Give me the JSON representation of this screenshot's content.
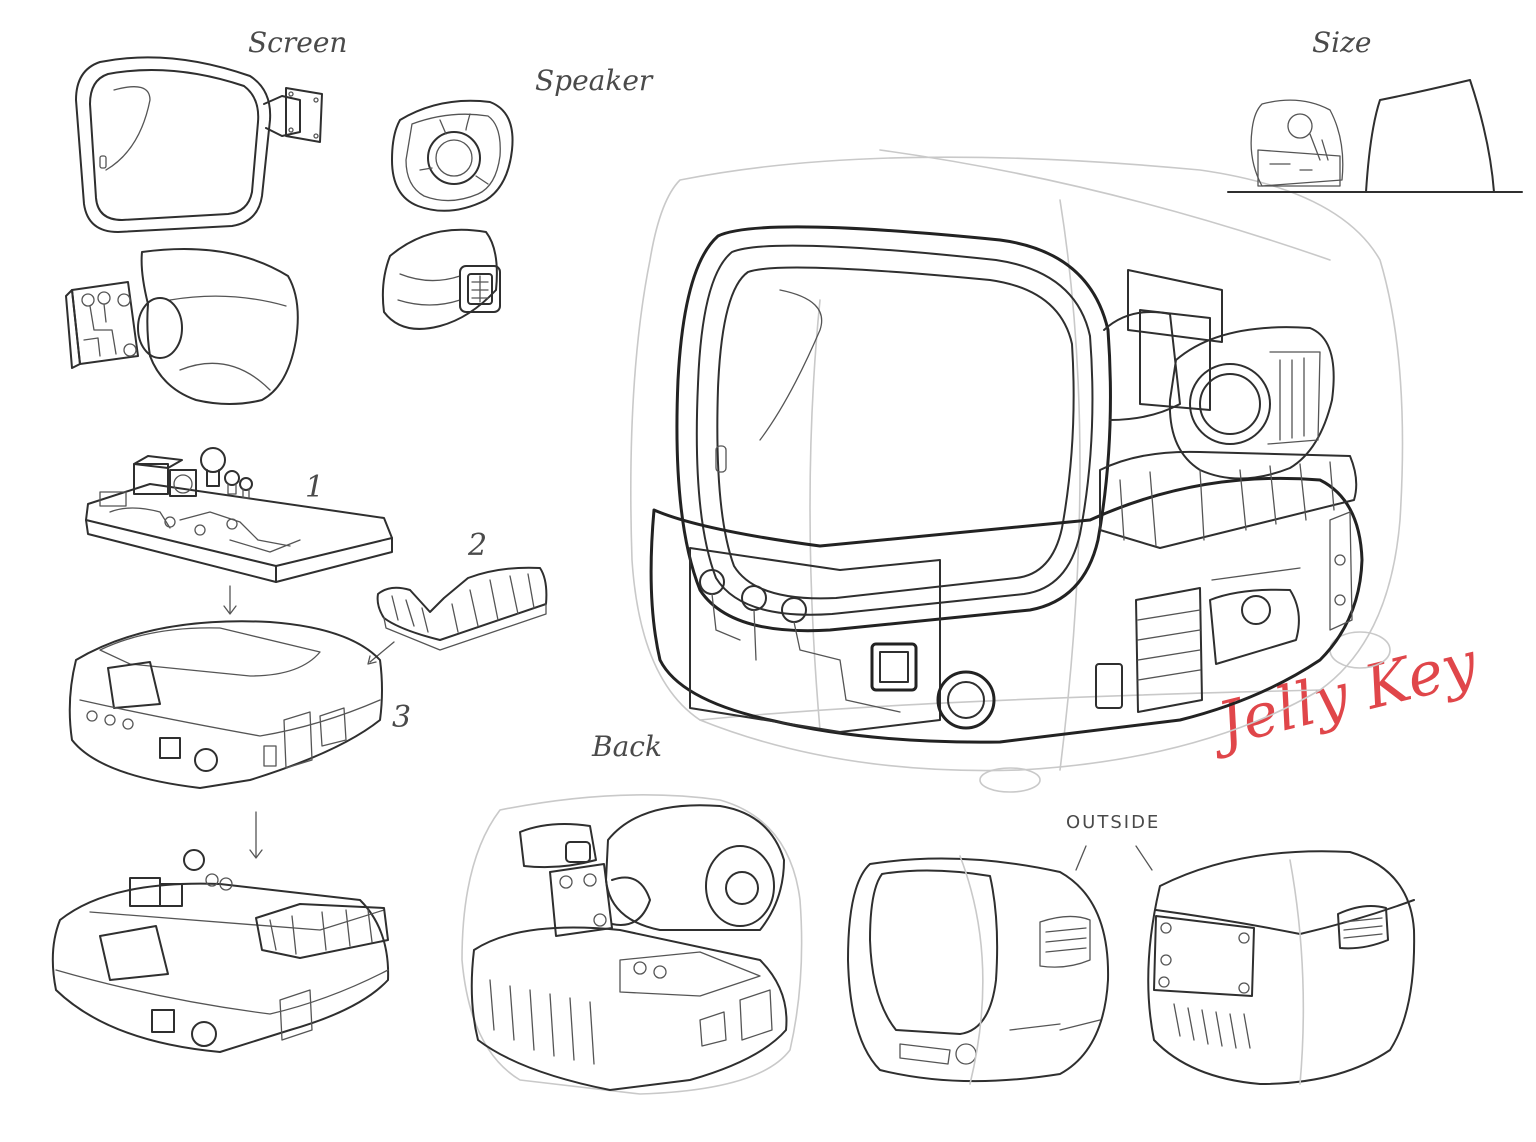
{
  "labels": {
    "screen": "Screen",
    "speaker": "Speaker",
    "size": "Size",
    "step1": "1",
    "step2": "2",
    "step3": "3",
    "back": "Back",
    "outside": "OUTSIDE",
    "signature": "Jelly Key"
  },
  "colors": {
    "ink": "#2f2f2f",
    "construction_lines": "#c9c9c9",
    "signature": "#e0464a",
    "paper": "#ffffff"
  }
}
